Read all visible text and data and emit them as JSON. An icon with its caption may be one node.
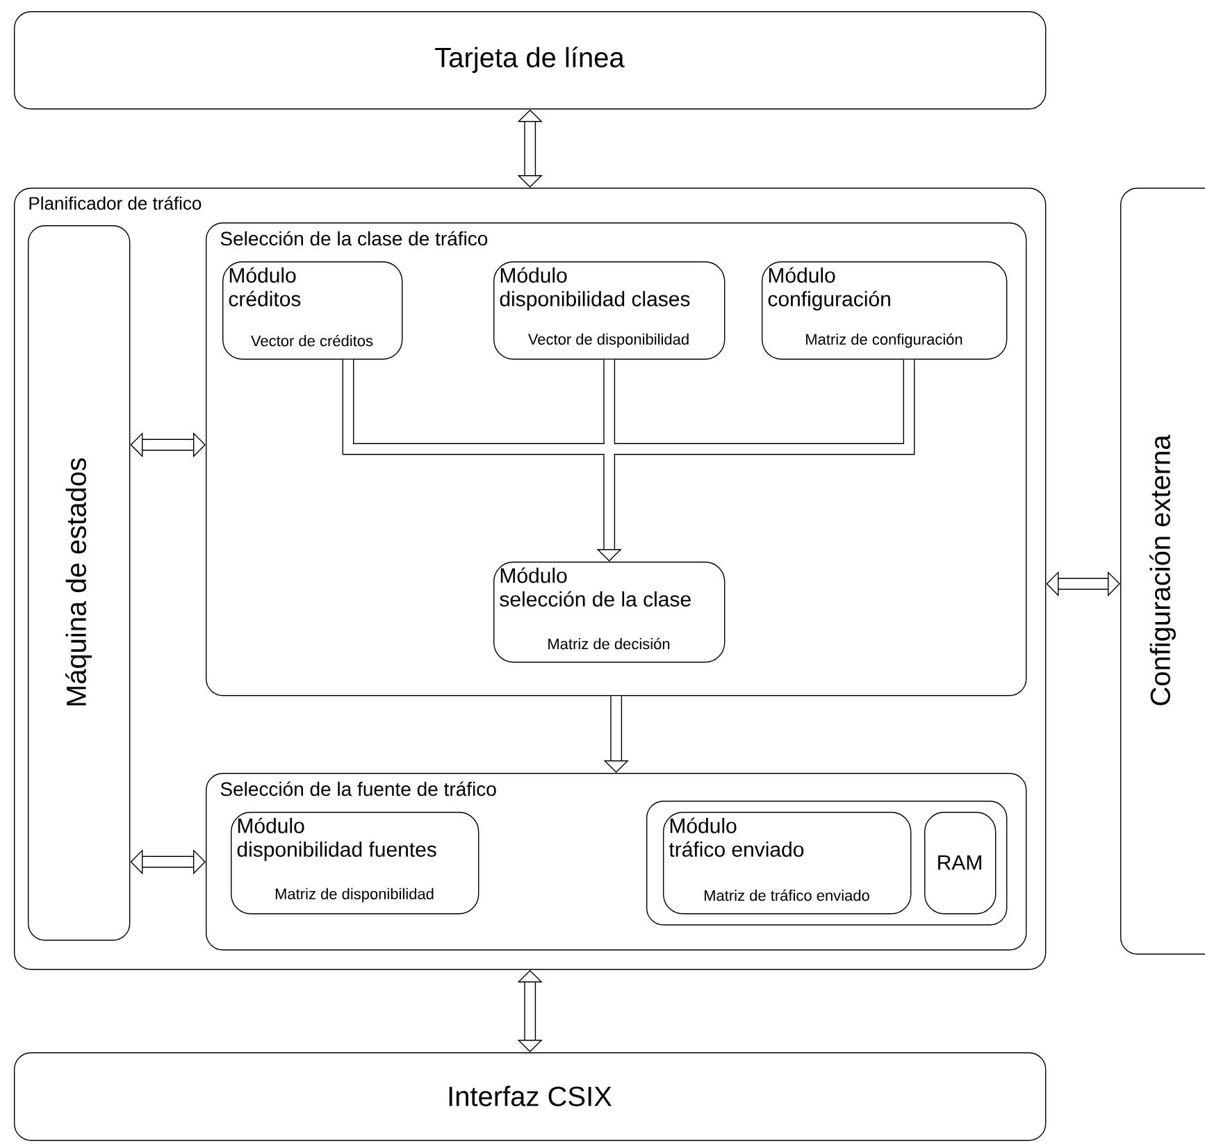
{
  "diagram": {
    "nodes": [
      {
        "text": [
          "Tarjeta de línea"
        ]
      },
      {
        "text": [
          "Planificador de tráfico"
        ]
      },
      {
        "text": [
          "Máquina de estados"
        ],
        "in": 1
      },
      {
        "text": [
          "Selección de la clase de tráfico"
        ],
        "in": 1
      },
      {
        "text": [
          "Módulo créditos",
          "Vector de créditos"
        ],
        "in": 3
      },
      {
        "text": [
          "Módulo disponibilidad clases",
          "Vector de disponibilidad"
        ],
        "in": 3
      },
      {
        "text": [
          "Módulo configuración",
          "Matriz de configuración"
        ],
        "in": 3
      },
      {
        "text": [
          "Módulo selección de la clase",
          "Matriz de decisión"
        ],
        "in": 3
      },
      {
        "text": [
          "Selección de la fuente de tráfico"
        ],
        "in": 1
      },
      {
        "text": [
          "Módulo disponibilidad fuentes",
          "Matriz de disponibilidad"
        ],
        "in": 8
      },
      {
        "text": [],
        "shape": "box",
        "in": 8
      },
      {
        "text": [
          "Módulo tráfico enviado",
          "Matriz de tráfico enviado"
        ],
        "in": 10
      },
      {
        "text": [
          "RAM"
        ],
        "in": 10
      },
      {
        "text": [
          "Configuración externa"
        ]
      },
      {
        "text": [
          "Interfaz CSIX"
        ]
      }
    ],
    "edges": [
      {
        "from": 0,
        "to": 1,
        "arrow": "both"
      },
      {
        "from": 4,
        "to": 7,
        "arrow": "to"
      },
      {
        "from": 5,
        "to": 7,
        "arrow": "to"
      },
      {
        "from": 6,
        "to": 7,
        "arrow": "to"
      },
      {
        "from": 3,
        "to": 8,
        "arrow": "to"
      },
      {
        "from": 2,
        "to": 3,
        "arrow": "both"
      },
      {
        "from": 2,
        "to": 8,
        "arrow": "both"
      },
      {
        "from": 1,
        "to": 13,
        "arrow": "both"
      },
      {
        "from": 1,
        "to": 14,
        "arrow": "both"
      }
    ]
  }
}
